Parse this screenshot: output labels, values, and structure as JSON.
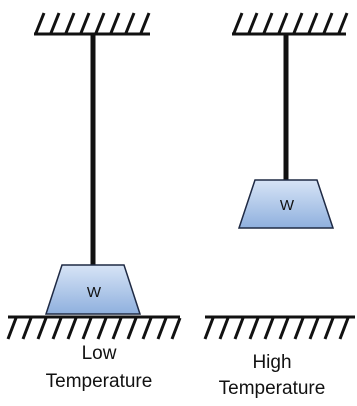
{
  "weights": {
    "left_label": "W",
    "right_label": "W"
  },
  "labels": {
    "left_line1": "Low",
    "left_line2": "Temperature",
    "right_line1": "High",
    "right_line2": "Temperature"
  },
  "colors": {
    "weight_fill": "#a9c3e8",
    "weight_stroke": "#1f2a44",
    "line": "#111111"
  }
}
